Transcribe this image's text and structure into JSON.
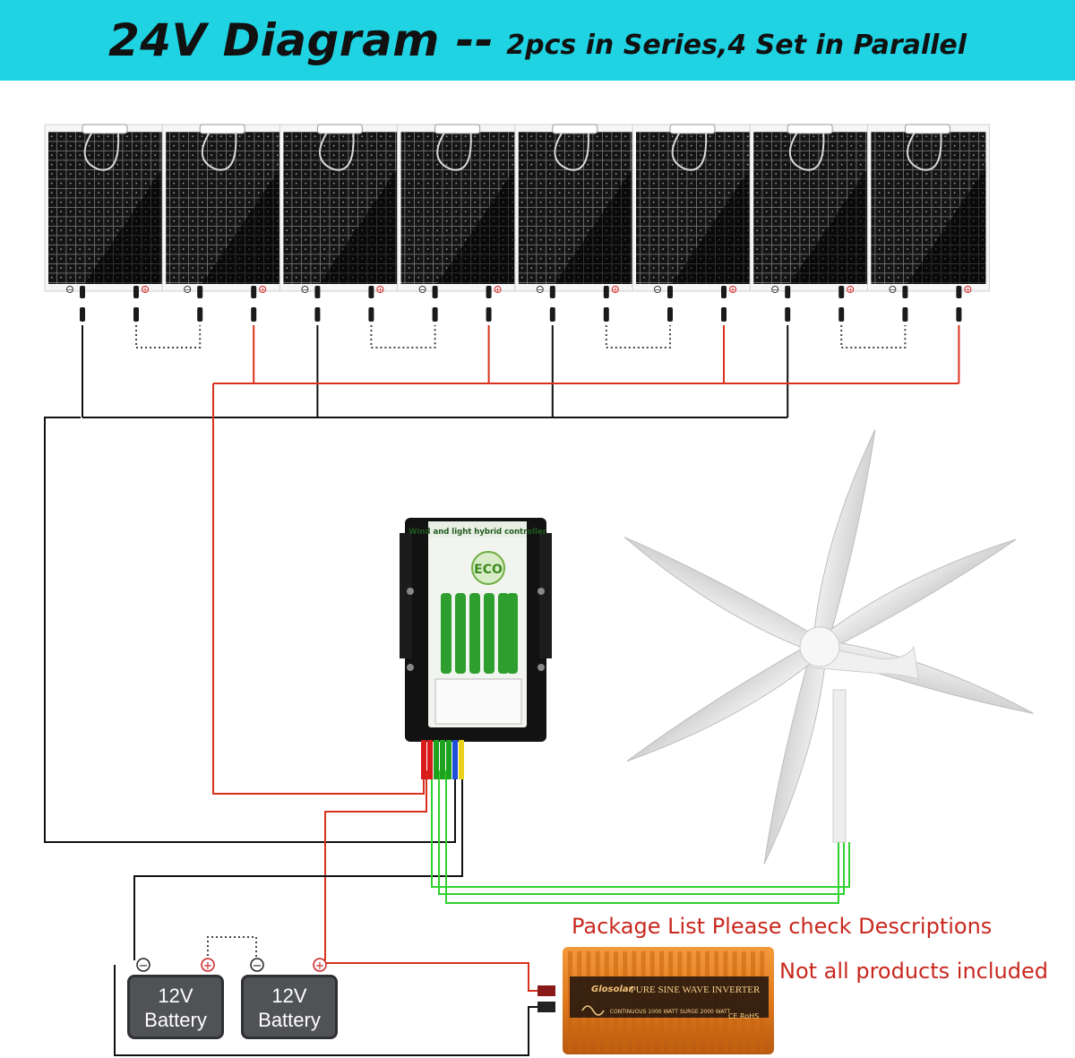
{
  "header": {
    "title_main": "24V Diagram --",
    "title_sub": "2pcs in Series,4 Set in Parallel",
    "background_color": "#1fd3e3"
  },
  "solar_panels": {
    "count": 8,
    "series_per_string": 2,
    "parallel_strings": 4,
    "positive_symbol": "+",
    "negative_symbol": "−"
  },
  "controller": {
    "label": "Wind and light hybrid controller",
    "badge": "ECO",
    "wire_colors": [
      "#d81b1b",
      "#d81b1b",
      "#1fa31f",
      "#1fa31f",
      "#1fa31f",
      "#1f4fd8",
      "#e8d21a"
    ]
  },
  "wind_turbine": {
    "blade_count": 6
  },
  "batteries": [
    {
      "line1": "12V",
      "line2": "Battery"
    },
    {
      "line1": "12V",
      "line2": "Battery"
    }
  ],
  "inverter": {
    "brand": "Glosolar",
    "label": "PURE SINE WAVE INVERTER",
    "spec": "CONTINUOUS 1000 WATT SURGE 2000 WATT",
    "marks": "CE RoHS"
  },
  "notes": {
    "package_list": "Package List Please check Descriptions",
    "not_all": "Not all products included"
  },
  "wire_colors": {
    "positive": "#d8321e",
    "negative": "#111111",
    "wind": "#2fd12f",
    "series_link": "#444444"
  }
}
